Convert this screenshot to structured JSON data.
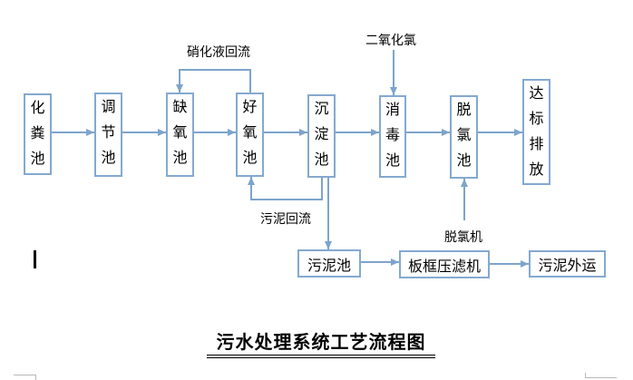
{
  "title": "污水处理系统工艺流程图",
  "process_boxes": {
    "septic_tank": "化粪池",
    "regulating_tank": "调节池",
    "anoxic_tank": "缺氧池",
    "aerobic_tank": "好氧池",
    "sedimentation_tank": "沉淀池",
    "disinfection_tank": "消毒池",
    "dechlorination_tank": "脱氯池",
    "discharge": "达标排放",
    "sludge_tank": "污泥池",
    "filter_press": "板框压滤机",
    "sludge_out": "污泥外运"
  },
  "flow_labels": {
    "nitrification_return": "硝化液回流",
    "chlorine_dioxide": "二氧化氯",
    "sludge_return": "污泥回流",
    "dechlorination_machine": "脱氯机"
  },
  "colors": {
    "box_border": "#84a9d0",
    "arrow": "#7da4cb",
    "text": "#000000",
    "table_fragment": "#b9b9b9"
  }
}
